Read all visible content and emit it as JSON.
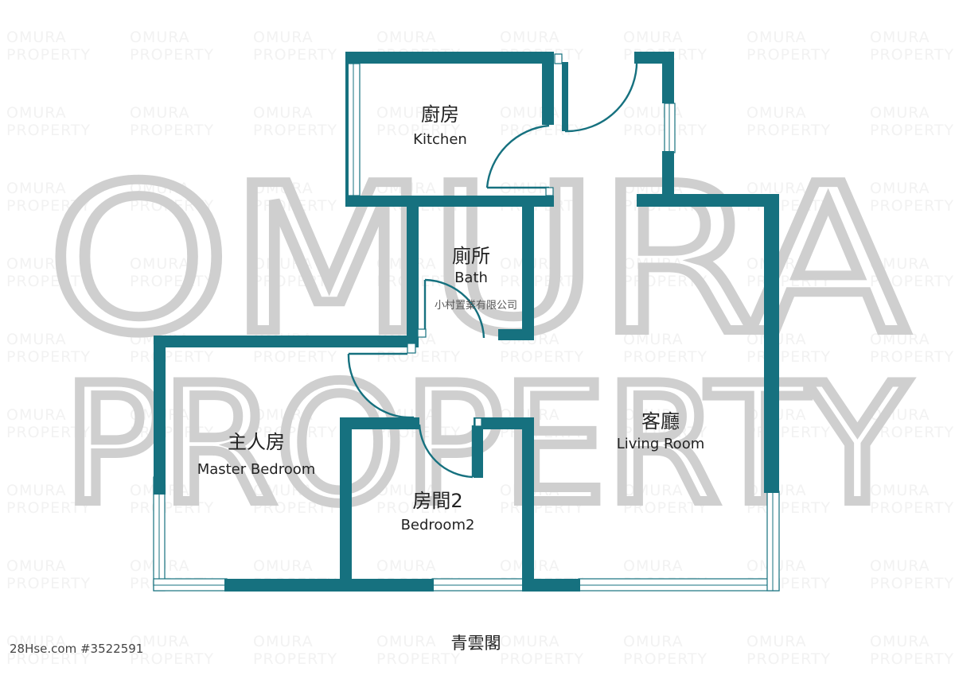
{
  "watermark": {
    "line1": "OMURA",
    "line2": "PROPERTY",
    "big_line1": "OMURA",
    "big_line2": "PROPERTY",
    "company": "小村置業有限公司"
  },
  "rooms": {
    "kitchen": {
      "zh": "廚房",
      "en": "Kitchen"
    },
    "bath": {
      "zh": "廁所",
      "en": "Bath"
    },
    "master": {
      "zh": "主人房",
      "en": "Master Bedroom"
    },
    "bedroom2": {
      "zh": "房間2",
      "en": "Bedroom2"
    },
    "living": {
      "zh": "客廳",
      "en": "Living Room"
    }
  },
  "building_name": "青雲閣",
  "listing_ref": "28Hse.com #3522591",
  "colors": {
    "wall": "#16717f",
    "watermark": "#cfcfcf"
  }
}
